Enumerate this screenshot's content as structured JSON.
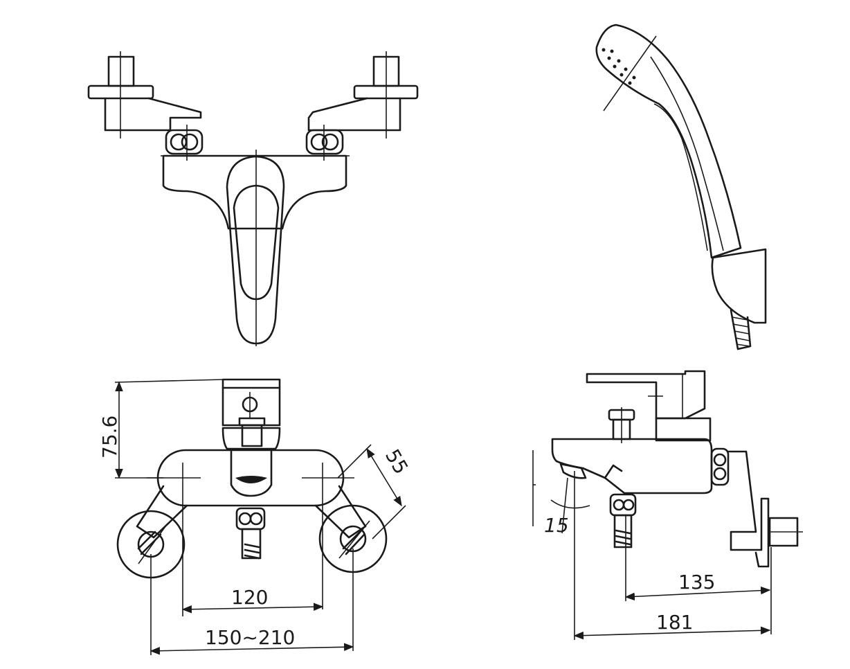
{
  "dimensions": {
    "height_75_6": "75.6",
    "center_55": "55",
    "width_120": "120",
    "range_150_210": "150~210",
    "angle_15": "15",
    "depth_135": "135",
    "depth_181": "181"
  },
  "colors": {
    "line": "#1a1a1a",
    "background": "#ffffff"
  }
}
